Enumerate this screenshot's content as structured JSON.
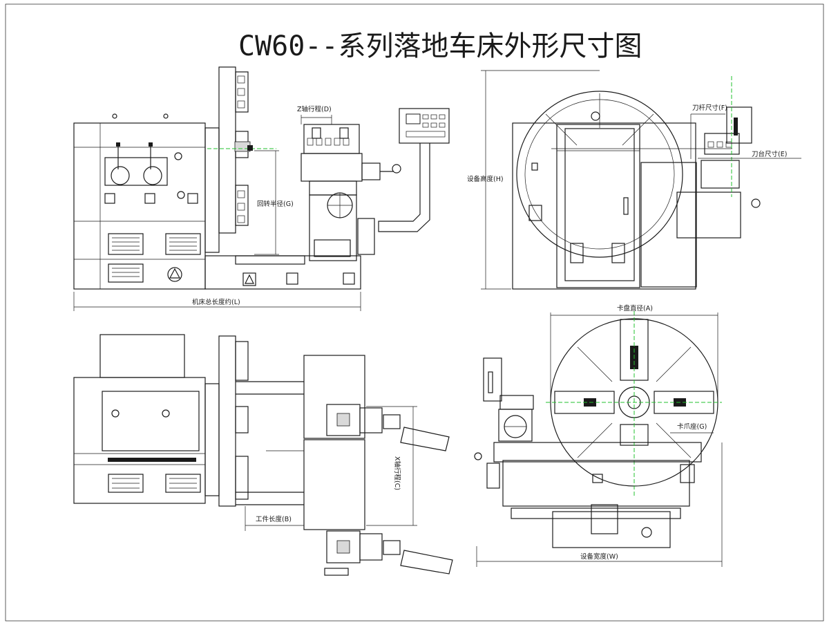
{
  "title": "CW60--系列落地车床外形尺寸图",
  "labels": {
    "z_travel": "Z轴行程(D)",
    "swing_radius": "回转半径(G)",
    "total_length": "机床总长度约(L)",
    "height": "设备高度(H)",
    "tool_bar": "刀杆尺寸(F)",
    "tool_post": "刀台尺寸(E)",
    "chuck_dia": "卡盘直径(A)",
    "jaw_seat": "卡爪座(G)",
    "x_travel": "X轴行程(C)",
    "work_length": "工件长度(B)",
    "width": "设备宽度(W)"
  }
}
